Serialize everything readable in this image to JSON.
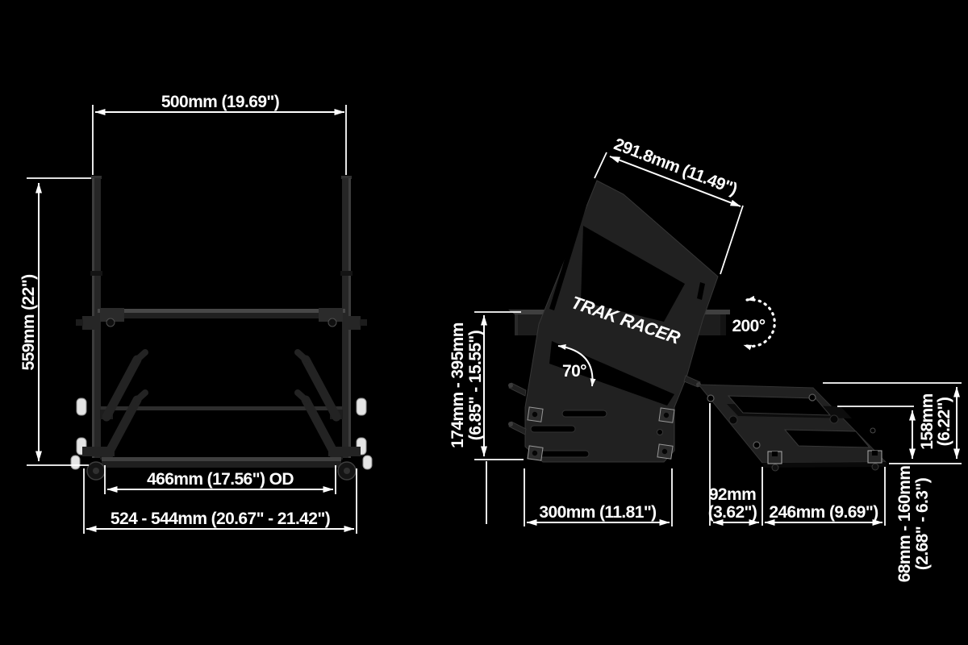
{
  "page": {
    "background": "#000000"
  },
  "colors": {
    "line": "#ffffff",
    "text": "#ffffff",
    "metal_dark": "#1a1a1a",
    "metal_mid": "#232323",
    "metal_edge": "#3f3f3f",
    "knob_light": "#e4e4e4"
  },
  "logo": {
    "text": "TRAK RACER"
  },
  "front_view": {
    "dim_top_width": "500mm (19.69\")",
    "dim_height": "559mm (22\")",
    "dim_inner_width": "466mm (17.56\") OD",
    "dim_outer_width": "524 - 544mm (20.67\" - 21.42\")"
  },
  "side_view": {
    "dim_plate_length": "291.8mm (11.49\")",
    "dim_height_range_line1": "174mm - 395mm",
    "dim_height_range_line2": "(6.85\" - 15.55\")",
    "dim_base_depth": "300mm (11.81\")",
    "tilt_angle": "70°",
    "swivel_angle": "200°"
  },
  "base_view": {
    "dim_depth_line1": "158mm",
    "dim_depth_line2": "(6.22\")",
    "dim_offset_line1": "92mm",
    "dim_offset_line2": "(3.62\")",
    "dim_width": "246mm (9.69\")",
    "dim_height_range_line1": "68mm - 160mm",
    "dim_height_range_line2": "(2.68\" - 6.3\")"
  }
}
